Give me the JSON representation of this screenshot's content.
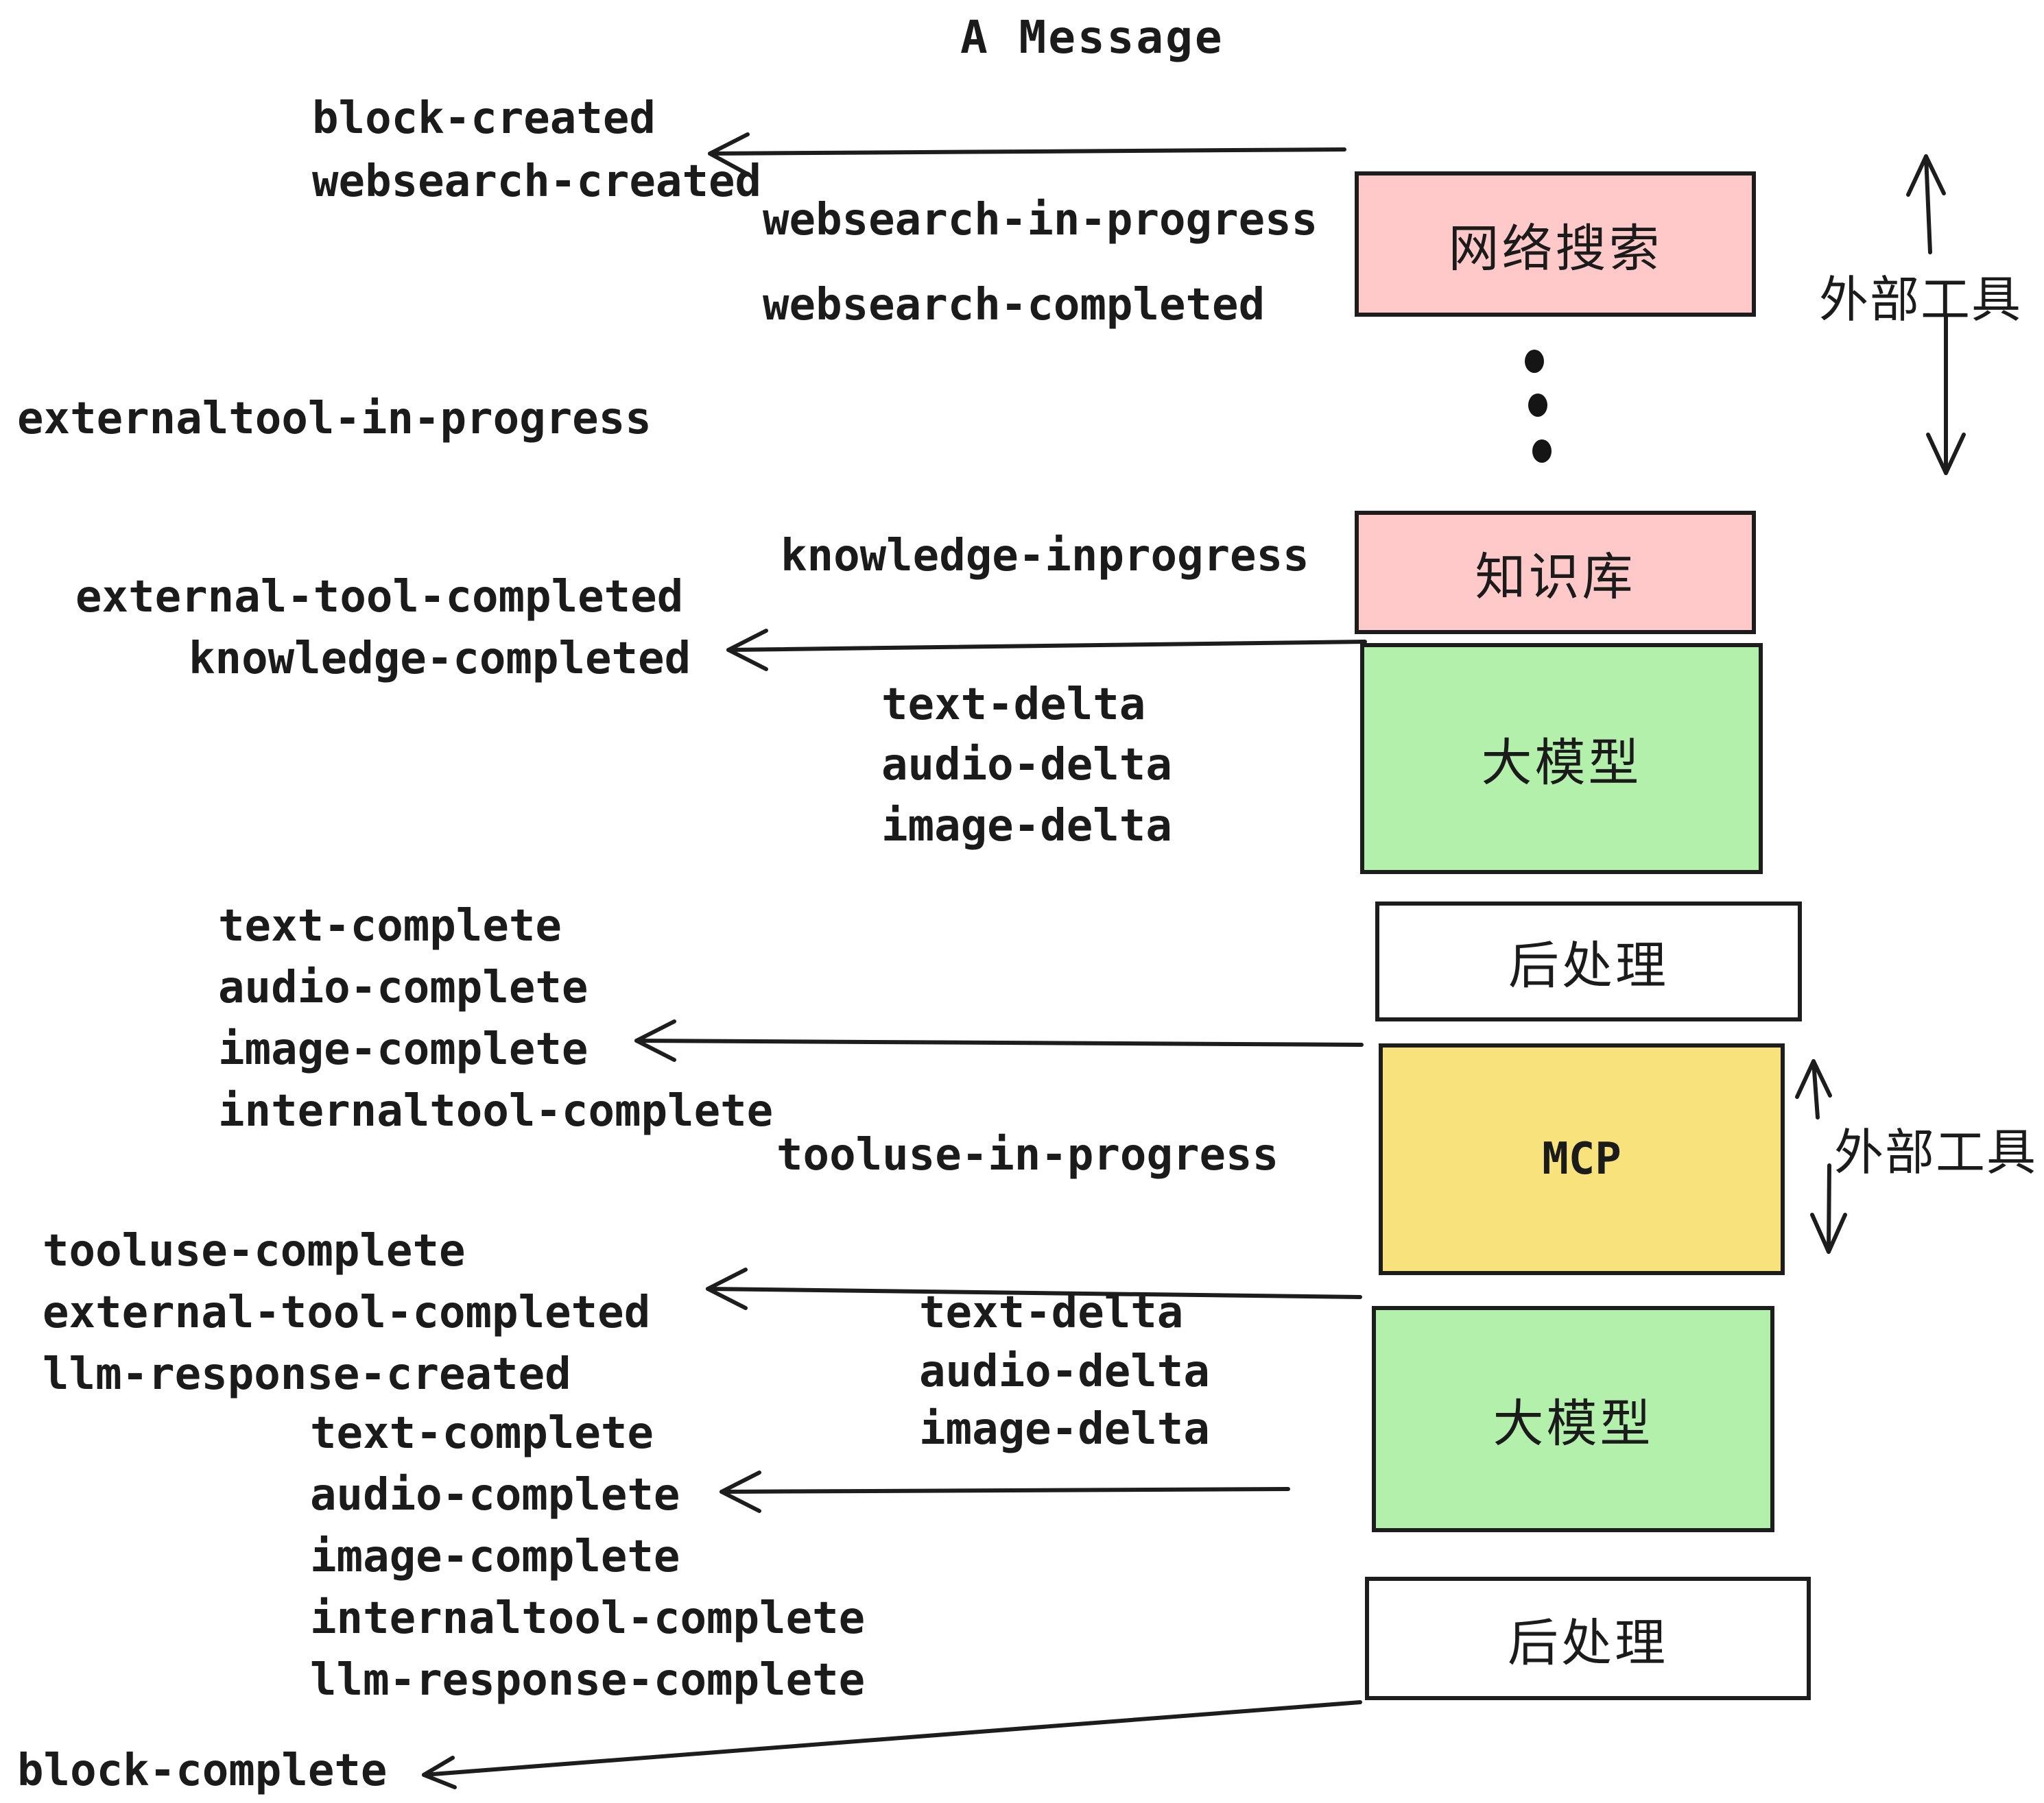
{
  "title": "A Message",
  "colors": {
    "pink": "#FFC9C9",
    "green": "#B2F0AC",
    "yellow": "#F8E27B",
    "white": "#FFFFFF",
    "line": "#1D1D1D",
    "text": "#1B1B1B",
    "background": "#FFFFFF"
  },
  "icons": {
    "arrow_left": "←",
    "arrow_up": "↑",
    "arrow_down": "↓",
    "vertical_ellipsis": "⋮"
  },
  "boxes": [
    {
      "id": "websearch",
      "label": "网络搜索",
      "color": "pink"
    },
    {
      "id": "knowledge",
      "label": "知识库",
      "color": "pink"
    },
    {
      "id": "llm-1",
      "label": "大模型",
      "color": "green"
    },
    {
      "id": "postprocess-1",
      "label": "后处理",
      "color": "white"
    },
    {
      "id": "mcp",
      "label": "MCP",
      "color": "yellow"
    },
    {
      "id": "llm-2",
      "label": "大模型",
      "color": "green"
    },
    {
      "id": "postprocess-2",
      "label": "后处理",
      "color": "white"
    }
  ],
  "side_labels": {
    "external_tool_top": "外部工具",
    "external_tool_mcp": "外部工具"
  },
  "events": {
    "block_created": "block-created",
    "websearch_created": "websearch-created",
    "websearch_in_progress": "websearch-in-progress",
    "websearch_completed": "websearch-completed",
    "externaltool_in_progress": "externaltool-in-progress",
    "knowledge_inprogress": "knowledge-inprogress",
    "external_tool_completed_1": "external-tool-completed",
    "knowledge_completed": "knowledge-completed",
    "text_delta_1": "text-delta",
    "audio_delta_1": "audio-delta",
    "image_delta_1": "image-delta",
    "text_complete_1": "text-complete",
    "audio_complete_1": "audio-complete",
    "image_complete_1": "image-complete",
    "internaltool_complete_1": "internaltool-complete",
    "tooluse_in_progress": "tooluse-in-progress",
    "tooluse_complete": "tooluse-complete",
    "external_tool_completed_2": "external-tool-completed",
    "llm_response_created": "llm-response-created",
    "text_complete_2": "text-complete",
    "audio_complete_2": "audio-complete",
    "text_delta_2": "text-delta",
    "audio_delta_2": "audio-delta",
    "image_delta_2": "image-delta",
    "image_complete_2": "image-complete",
    "internaltool_complete_2": "internaltool-complete",
    "llm_response_complete": "llm-response-complete",
    "block_complete": "block-complete"
  }
}
